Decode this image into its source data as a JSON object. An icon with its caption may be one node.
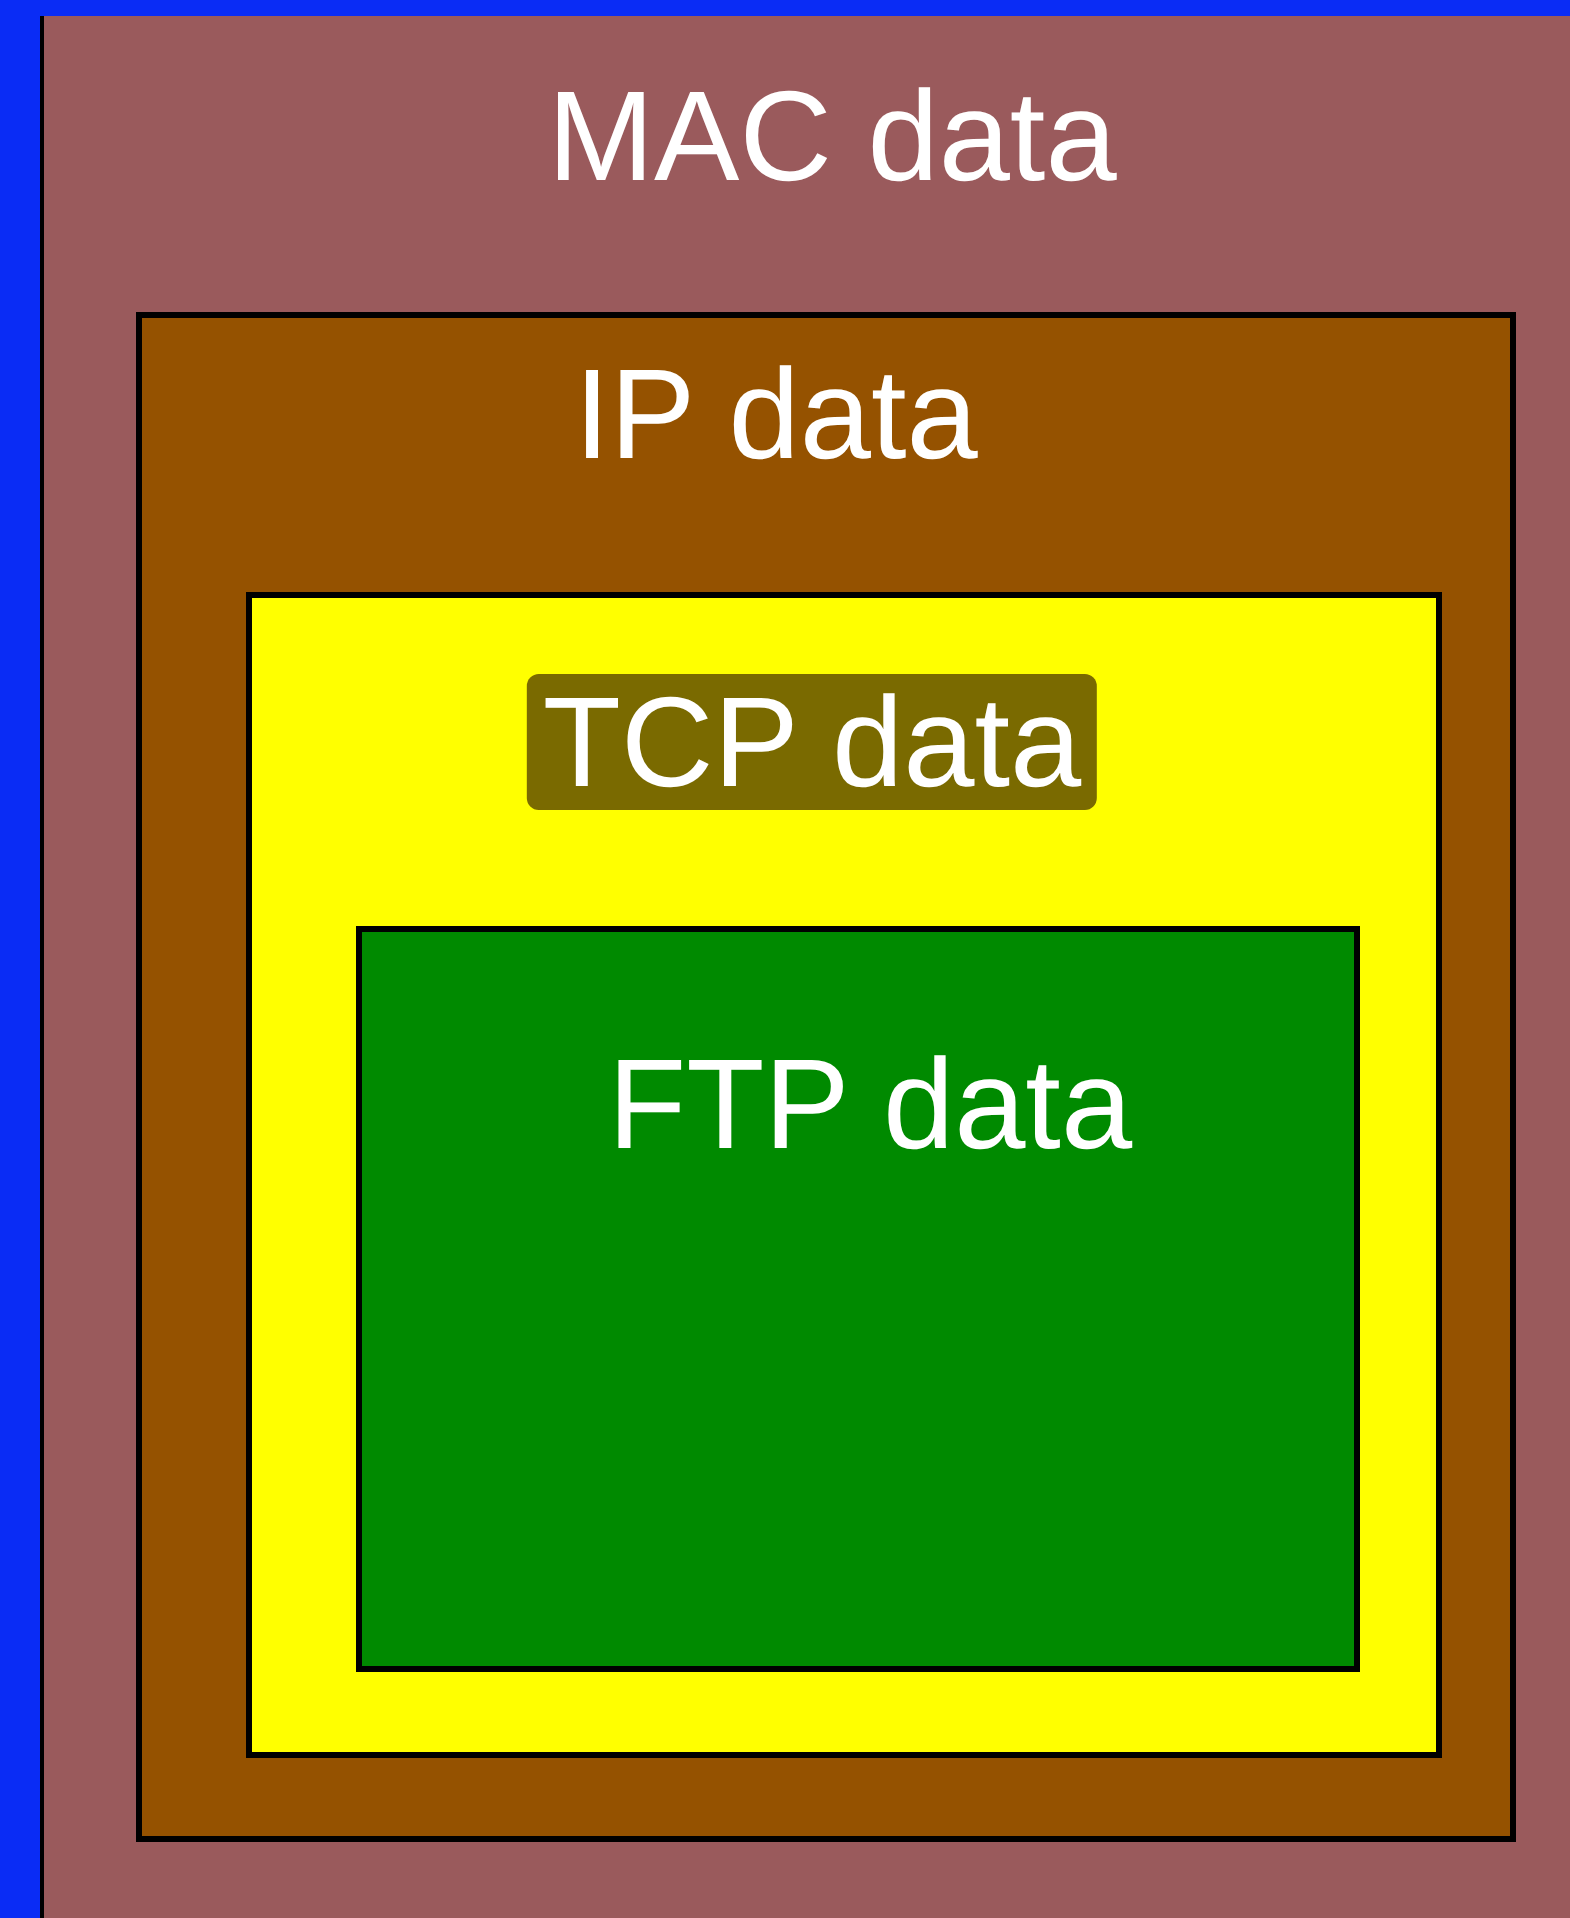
{
  "diagram": {
    "nodes": [
      {
        "text": [
          "MAC data"
        ]
      },
      {
        "text": [
          "IP data"
        ],
        "in": 0
      },
      {
        "text": [
          "TCP data"
        ],
        "in": 1
      },
      {
        "text": [
          "FTP data"
        ],
        "in": 2
      }
    ]
  }
}
